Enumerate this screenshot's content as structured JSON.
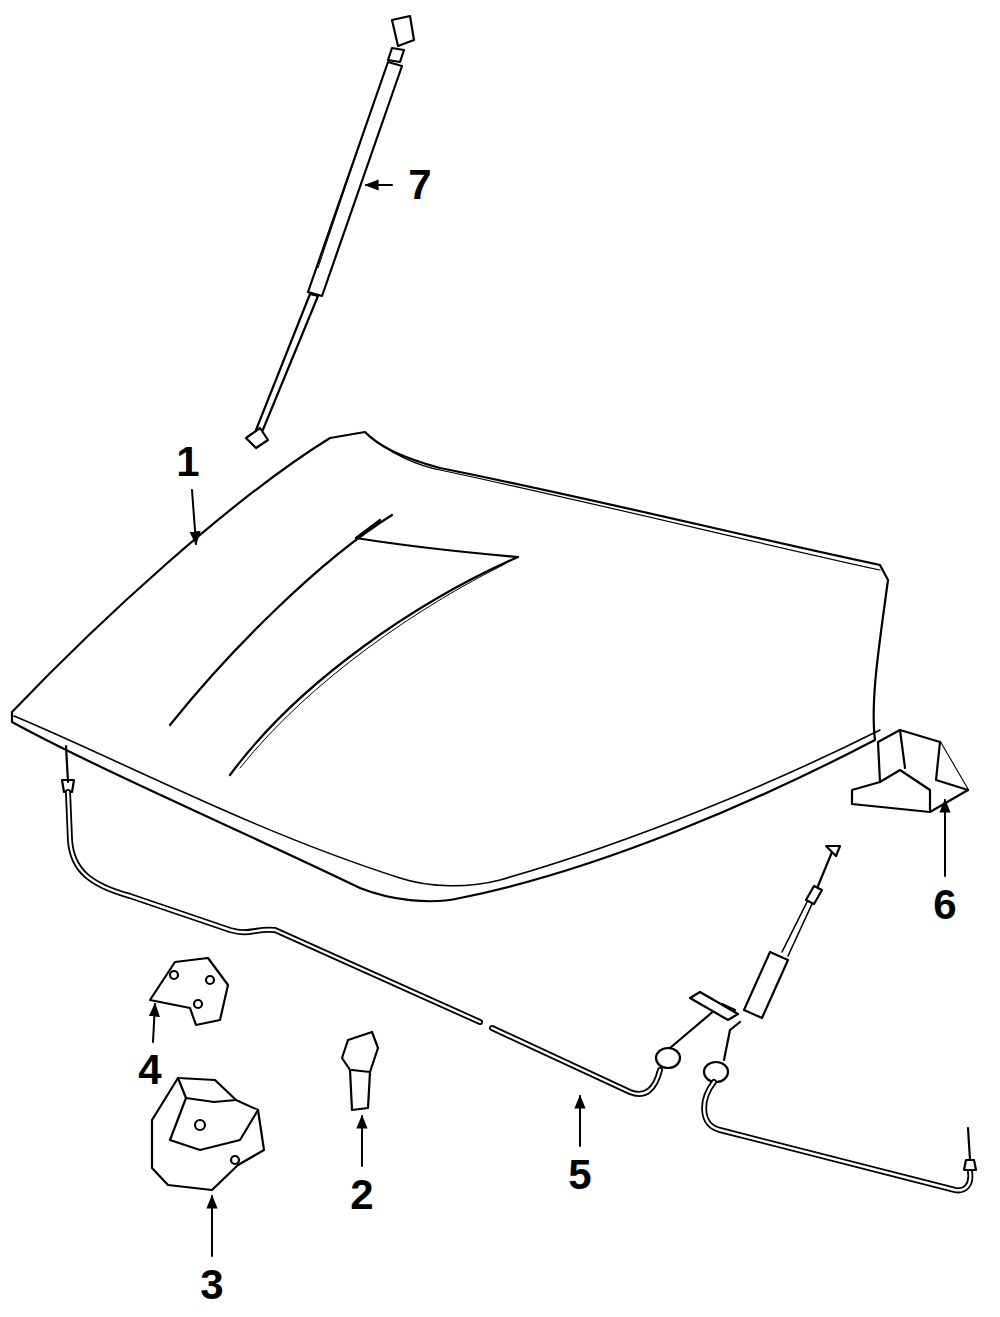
{
  "diagram": {
    "labels": [
      "7",
      "1",
      "6",
      "4",
      "2",
      "5",
      "3"
    ]
  }
}
